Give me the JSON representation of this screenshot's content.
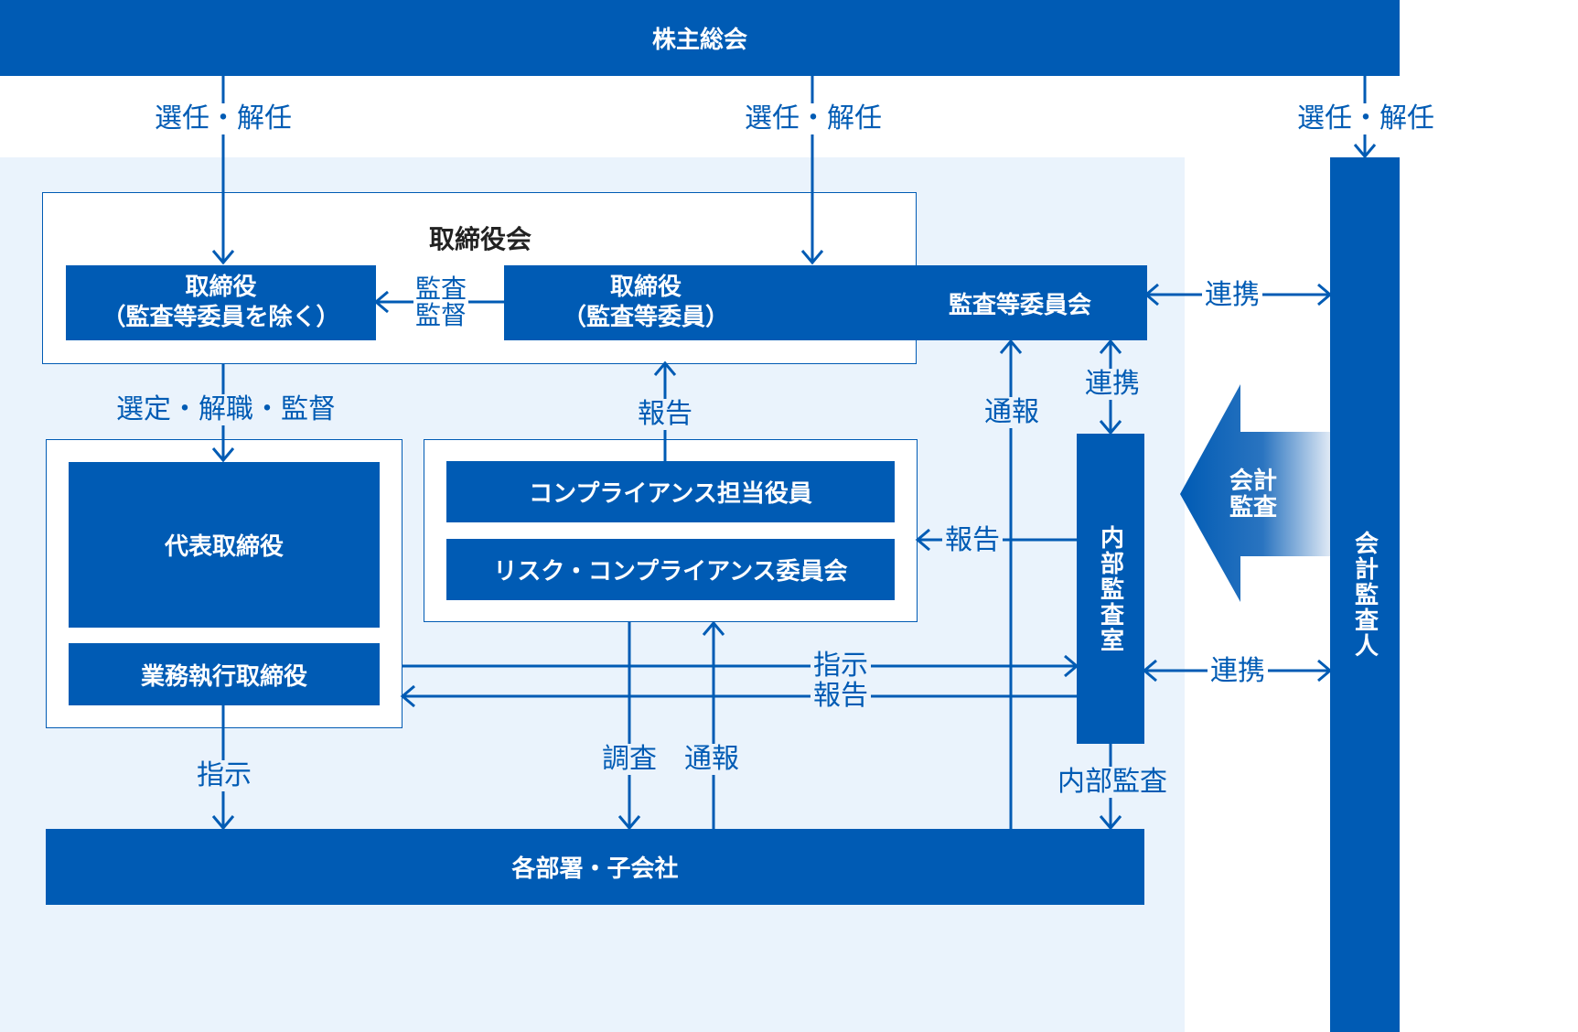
{
  "diagram": {
    "shareholders": "株主総会",
    "select_dismiss": "選任・解任",
    "board": "取締役会",
    "directors_excl": [
      "取締役",
      "（監査等委員を除く）"
    ],
    "directors_audit": [
      "取締役",
      "（監査等委員）"
    ],
    "audit_committee": "監査等委員会",
    "audit_supervise": [
      "監査",
      "監督"
    ],
    "select_dismiss_supervise": "選定・解職・監督",
    "rep_director": "代表取締役",
    "exec_director": "業務執行取締役",
    "compliance_officer": "コンプライアンス担当役員",
    "risk_committee": "リスク・コンプライアンス委員会",
    "internal_audit_office": "内部監査室",
    "accounting_auditor": "会計監査人",
    "accounting_audit": [
      "会計",
      "監査"
    ],
    "departments": "各部署・子会社",
    "report": "報告",
    "notify": "通報",
    "cooperation": "連携",
    "instruct": "指示",
    "investigate": "調査",
    "internal_audit": "内部監査"
  },
  "colors": {
    "primary": "#005bb4",
    "light_bg": "#eaf3fc"
  }
}
